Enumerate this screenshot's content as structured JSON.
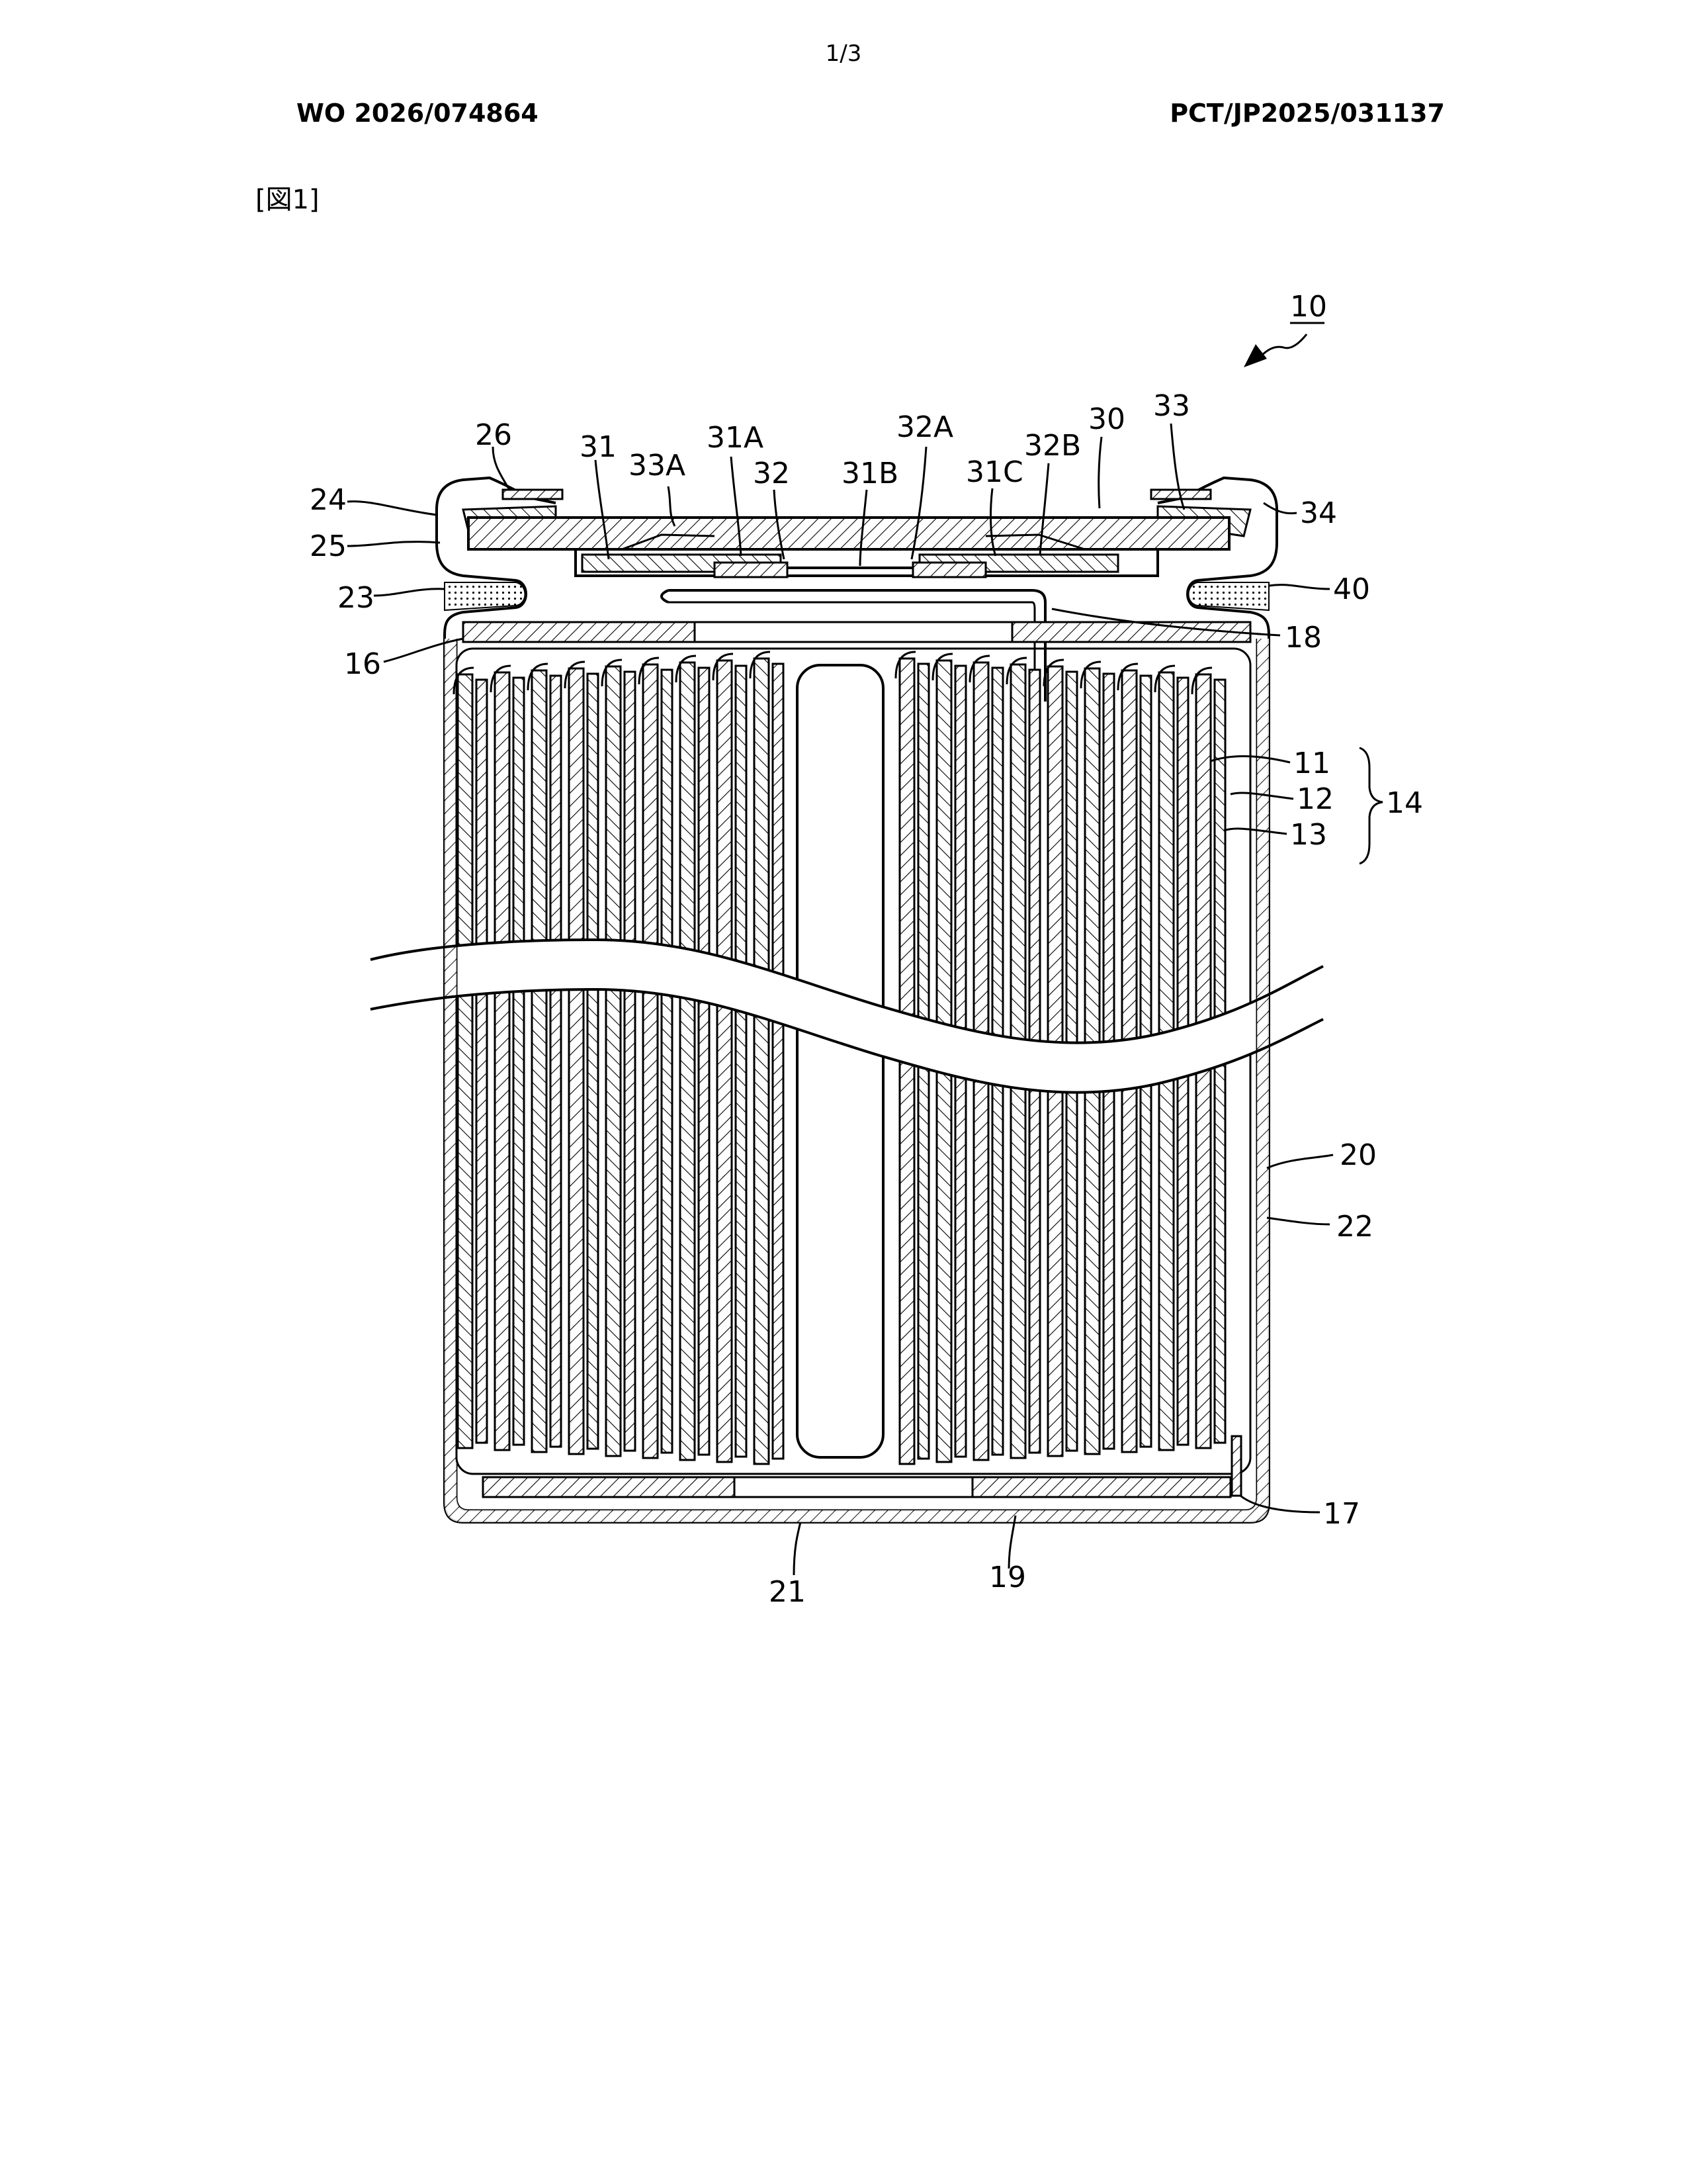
{
  "header": {
    "page_number": "1/3",
    "publication_number": "WO 2026/074864",
    "application_number": "PCT/JP2025/031137"
  },
  "figure": {
    "label": "[図1]",
    "reference_labels": {
      "r10": "10",
      "r26": "26",
      "r31": "31",
      "r33A": "33A",
      "r31A": "31A",
      "r32": "32",
      "r31B": "31B",
      "r32A": "32A",
      "r31C": "31C",
      "r32B": "32B",
      "r30": "30",
      "r33": "33",
      "r24": "24",
      "r25": "25",
      "r34": "34",
      "r23": "23",
      "r40": "40",
      "r16": "16",
      "r18": "18",
      "r11": "11",
      "r12": "12",
      "r13": "13",
      "r14": "14",
      "r20": "20",
      "r22": "22",
      "r17": "17",
      "r21": "21",
      "r19": "19"
    }
  }
}
